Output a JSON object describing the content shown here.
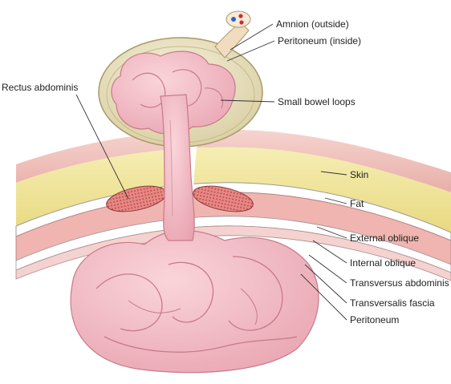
{
  "labels": {
    "amnion": "Amnion (outside)",
    "peritoneum_inside": "Peritoneum (inside)",
    "small_bowel": "Small bowel loops",
    "rectus": "Rectus abdominis",
    "skin": "Skin",
    "fat": "Fat",
    "external_oblique": "External oblique",
    "internal_oblique": "Internal oblique",
    "transversus": "Transversus abdominis",
    "transversalis_fascia": "Transversalis fascia",
    "peritoneum": "Peritoneum"
  },
  "colors": {
    "skin": "#f2c7c2",
    "fat": "#f1e6a0",
    "fascia": "#ffffff",
    "muscle": "#d96a6a",
    "bowel": "#f4bcc4",
    "bowel_shadow": "#d98e9b",
    "sac": "#e9e3c6",
    "leader": "#333333"
  }
}
